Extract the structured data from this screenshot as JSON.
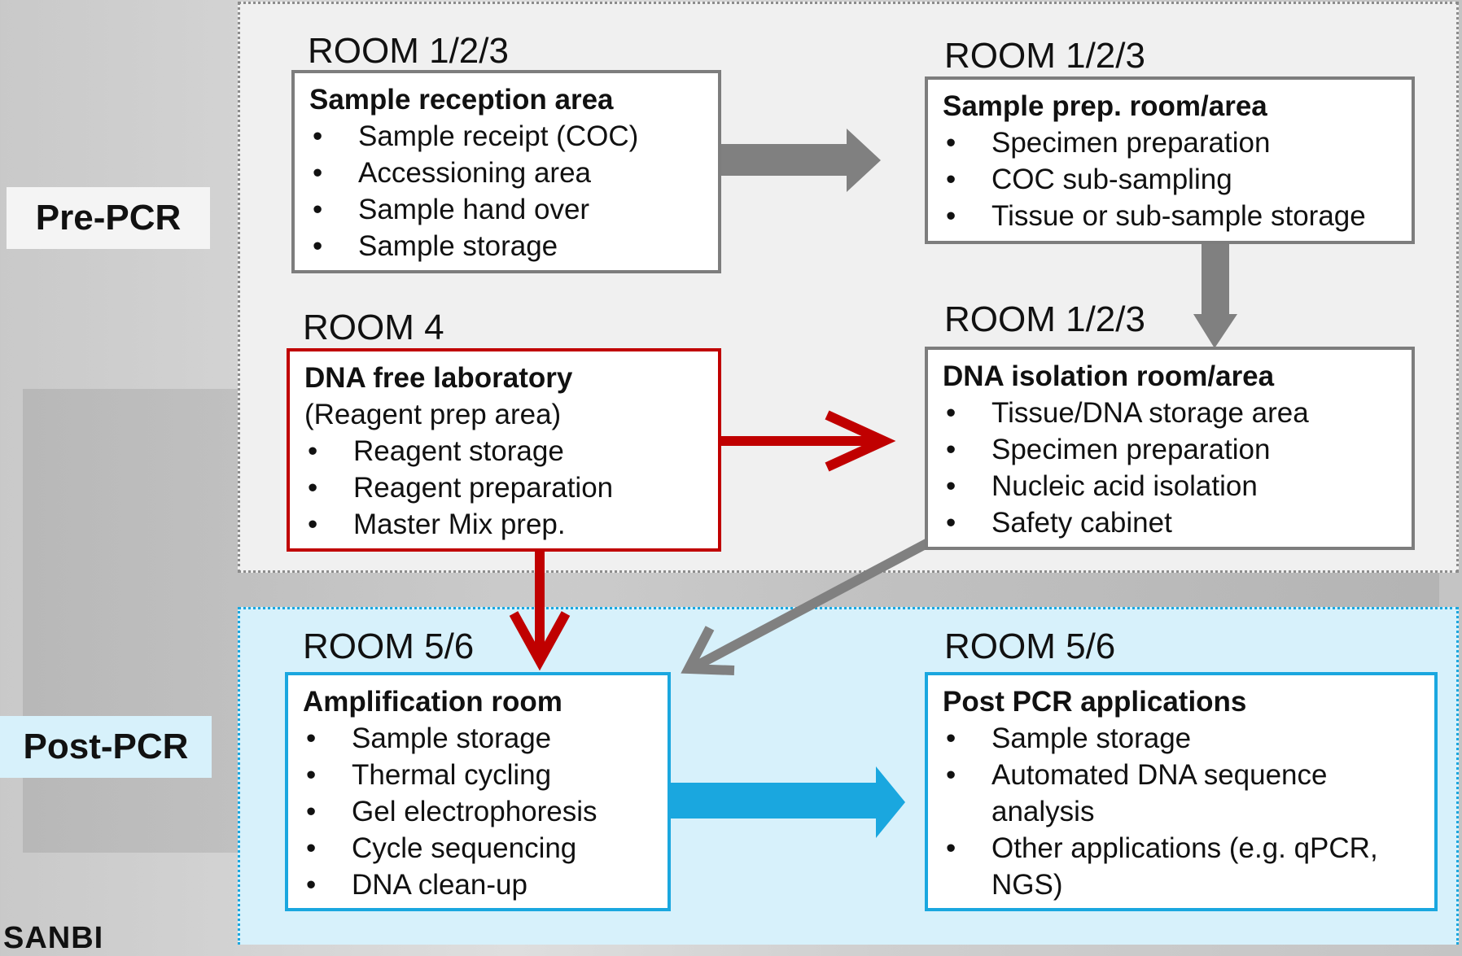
{
  "zones": {
    "pre_label": "Pre-PCR",
    "post_label": "Post-PCR"
  },
  "rooms": [
    {
      "room": "ROOM 1/2/3",
      "title": "Sample reception area",
      "items": [
        "Sample receipt (COC)",
        "Accessioning area",
        "Sample hand over",
        "Sample storage"
      ]
    },
    {
      "room": "ROOM 1/2/3",
      "title": "Sample prep. room/area",
      "items": [
        "Specimen preparation",
        "COC sub-sampling",
        "Tissue or sub-sample storage"
      ]
    },
    {
      "room": "ROOM 4",
      "title": "DNA free laboratory",
      "note": "(Reagent prep area)",
      "items": [
        "Reagent storage",
        "Reagent preparation",
        "Master Mix prep."
      ]
    },
    {
      "room": "ROOM 1/2/3",
      "title": "DNA isolation room/area",
      "items": [
        "Tissue/DNA storage area",
        "Specimen preparation",
        "Nucleic acid isolation",
        "Safety cabinet"
      ]
    },
    {
      "room": "ROOM 5/6",
      "title": "Amplification room",
      "items": [
        "Sample storage",
        "Thermal cycling",
        "Gel electrophoresis",
        "Cycle sequencing",
        "DNA clean-up"
      ]
    },
    {
      "room": "ROOM 5/6",
      "title": "Post PCR applications",
      "items": [
        "Sample storage",
        "Automated DNA sequence analysis",
        "Other applications (e.g. qPCR, NGS)"
      ]
    }
  ],
  "logo": {
    "text": "SANBI"
  },
  "colors": {
    "gray_arrow": "#808080",
    "red_arrow": "#c00000",
    "blue_arrow": "#1aa7df"
  }
}
